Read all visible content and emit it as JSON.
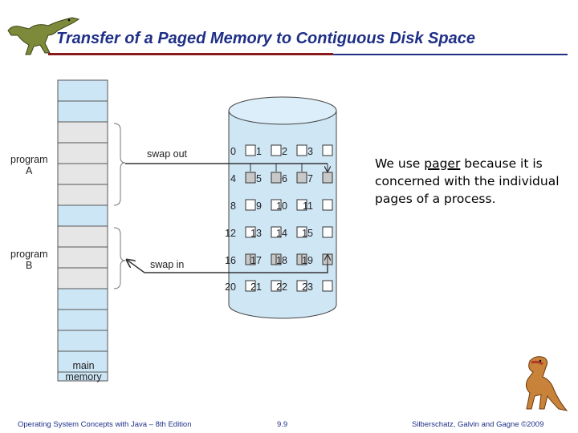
{
  "title": "Transfer of a Paged Memory to Contiguous Disk Space",
  "note": {
    "before": "We use ",
    "underlined": "pager",
    "after": " because it is concerned with the individual pages of a process."
  },
  "diagram": {
    "program_a_line1": "program",
    "program_a_line2": "A",
    "program_b_line1": "program",
    "program_b_line2": "B",
    "swap_out": "swap out",
    "swap_in": "swap in",
    "main_memory_line1": "main",
    "main_memory_line2": "memory",
    "disk_pages": [
      "0",
      "1",
      "2",
      "3",
      "4",
      "5",
      "6",
      "7",
      "8",
      "9",
      "10",
      "11",
      "12",
      "13",
      "14",
      "15",
      "16",
      "17",
      "18",
      "19",
      "20",
      "21",
      "22",
      "23"
    ]
  },
  "footer": {
    "left": "Operating System Concepts with Java – 8th Edition",
    "middle": "9.9",
    "right": "Silberschatz, Galvin and Gagne ©2009"
  },
  "colors": {
    "title": "#1f2f86",
    "disk_fill": "#cfe6f5",
    "memory_fill": "#cde6f5",
    "program_page_fill": "#e6e6e6"
  }
}
